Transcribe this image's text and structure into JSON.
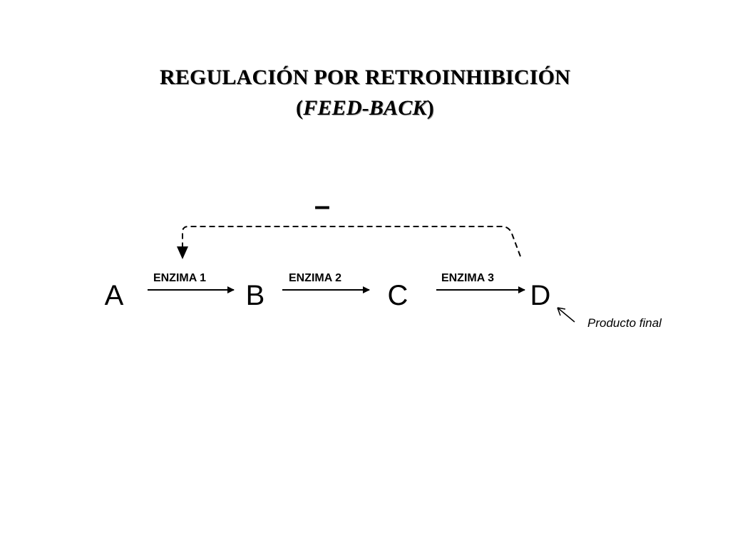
{
  "title": {
    "line1": "REGULACIÓN POR RETROINHIBICIÓN",
    "line2_open": "(",
    "line2_text": "FEED-BACK",
    "line2_close": ")"
  },
  "diagram": {
    "inhibition_sign": "–",
    "nodes": [
      "A",
      "B",
      "C",
      "D"
    ],
    "enzymes": [
      "ENZIMA 1",
      "ENZIMA 2",
      "ENZIMA 3"
    ],
    "final_product_label": "Producto final"
  }
}
